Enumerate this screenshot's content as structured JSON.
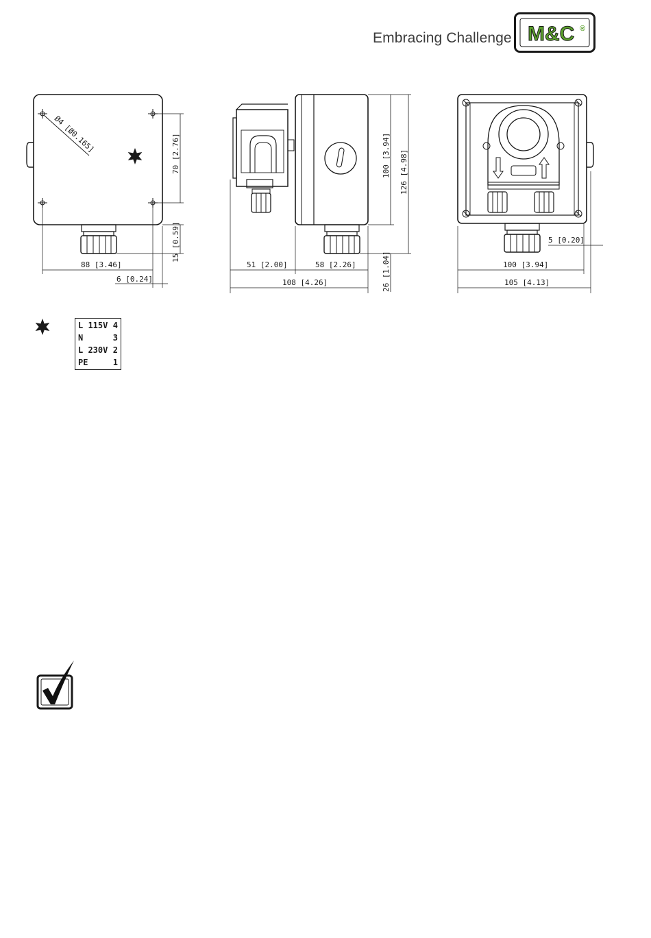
{
  "header": {
    "tagline": "Embracing Challenge",
    "logo_text": "M&C",
    "logo_mark": "®",
    "brand_color": "#5aa02c"
  },
  "dimensions": {
    "hole": "Ø4 [Ø0.165]",
    "hole_spacing_vertical": "70 [2.76]",
    "hole_spacing_horizontal": "88 [3.46]",
    "offset_right": "6 [0.24]",
    "gland_height": "15 [0.59]",
    "clamp_width": "51 [2.00]",
    "box_depth": "58 [2.26]",
    "total_depth": "108 [4.26]",
    "box_height": "100 [3.94]",
    "total_height": "126 [4.98]",
    "bottom_offset": "26 [1.04]",
    "front_side_offset": "5 [0.20]",
    "front_width": "100 [3.94]",
    "front_total_width": "105 [4.13]"
  },
  "terminal_table": {
    "rows": [
      {
        "label": "L  115V",
        "terminal": "4"
      },
      {
        "label": "N",
        "terminal": "3"
      },
      {
        "label": "L  230V",
        "terminal": "2"
      },
      {
        "label": "PE",
        "terminal": "1"
      }
    ]
  },
  "icons": {
    "legend_marker": "star-icon",
    "note_marker": "checkbox-check-icon"
  }
}
